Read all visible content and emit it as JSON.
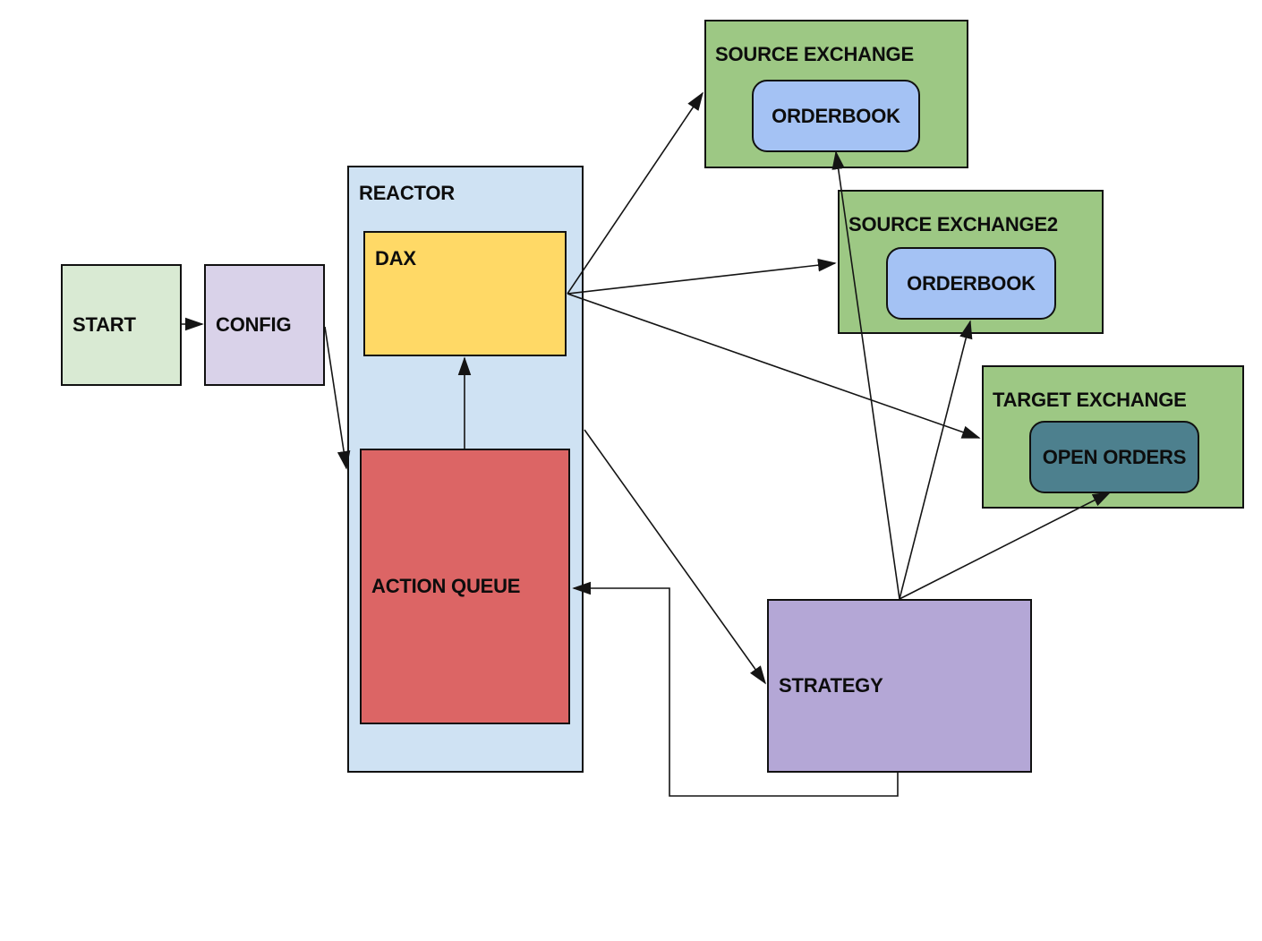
{
  "diagram": {
    "type": "flow-diagram",
    "background": "#ffffff",
    "edge_stroke": "#141414",
    "nodes": {
      "start": {
        "label": "START",
        "fill": "#d9ead3",
        "shape": "rect"
      },
      "config": {
        "label": "CONFIG",
        "fill": "#d9d2e9",
        "shape": "rect"
      },
      "reactor": {
        "label": "REACTOR",
        "fill": "#cfe2f3",
        "shape": "rect",
        "container": true
      },
      "dax": {
        "label": "DAX",
        "fill": "#ffd966",
        "shape": "rect",
        "parent": "reactor"
      },
      "action_queue": {
        "label": "ACTION QUEUE",
        "fill": "#dc6565",
        "shape": "rect",
        "parent": "reactor"
      },
      "source_exchange": {
        "label": "SOURCE EXCHANGE",
        "fill": "#9dc884",
        "shape": "rect",
        "container": true
      },
      "source_exchange_orderbook": {
        "label": "ORDERBOOK",
        "fill": "#a4c2f4",
        "shape": "rounded-rect",
        "parent": "source_exchange"
      },
      "source_exchange2": {
        "label": "SOURCE EXCHANGE2",
        "fill": "#9dc884",
        "shape": "rect",
        "container": true
      },
      "source_exchange2_orderbook": {
        "label": "ORDERBOOK",
        "fill": "#a4c2f4",
        "shape": "rounded-rect",
        "parent": "source_exchange2"
      },
      "target_exchange": {
        "label": "TARGET EXCHANGE",
        "fill": "#9dc884",
        "shape": "rect",
        "container": true
      },
      "target_exchange_open_orders": {
        "label": "OPEN ORDERS",
        "fill": "#4d808e",
        "shape": "rounded-rect",
        "parent": "target_exchange"
      },
      "strategy": {
        "label": "STRATEGY",
        "fill": "#b4a7d6",
        "shape": "rect"
      }
    },
    "edges": [
      {
        "from": "start",
        "to": "config"
      },
      {
        "from": "config",
        "to": "reactor"
      },
      {
        "from": "action_queue",
        "to": "dax"
      },
      {
        "from": "dax",
        "to": "source_exchange"
      },
      {
        "from": "dax",
        "to": "source_exchange2"
      },
      {
        "from": "dax",
        "to": "target_exchange"
      },
      {
        "from": "reactor",
        "to": "strategy"
      },
      {
        "from": "strategy",
        "to": "source_exchange_orderbook"
      },
      {
        "from": "strategy",
        "to": "source_exchange2_orderbook"
      },
      {
        "from": "strategy",
        "to": "target_exchange_open_orders"
      },
      {
        "from": "strategy",
        "to": "action_queue"
      }
    ]
  }
}
